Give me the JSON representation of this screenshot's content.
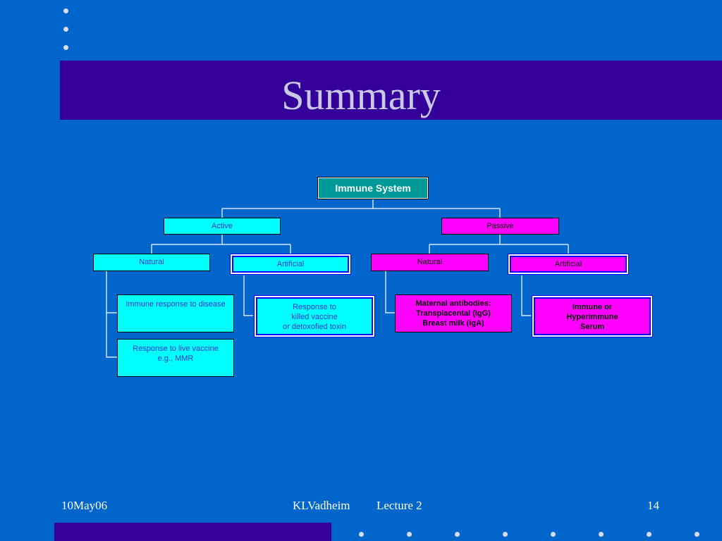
{
  "slide": {
    "title": "Summary",
    "colors": {
      "background": "#0066cc",
      "band": "#330099",
      "cyan": "#00ffff",
      "magenta": "#ff00ff",
      "root": "#009999"
    }
  },
  "diagram": {
    "root": "Immune System",
    "active": "Active",
    "passive": "Passive",
    "active_natural": "Natural",
    "active_artificial": "Artificial",
    "passive_natural": "Natural",
    "passive_artificial": "Artificial",
    "immune_response_disease": "Immune response to disease",
    "response_live_vaccine": [
      "Response to live vaccine",
      "e.g., MMR"
    ],
    "response_killed_vaccine": [
      "Response to",
      "killed vaccine",
      "or detoxofied toxin"
    ],
    "maternal_antibodies": [
      "Maternal antibodies:",
      "Transplacental (IgG)",
      "Breast milk (igA)"
    ],
    "immune_serum": [
      "Immune or",
      "Hyperimmune",
      "Serum"
    ]
  },
  "footer": {
    "date": "10May06",
    "author": "KLVadheim",
    "lecture": "Lecture 2",
    "page": "14"
  }
}
